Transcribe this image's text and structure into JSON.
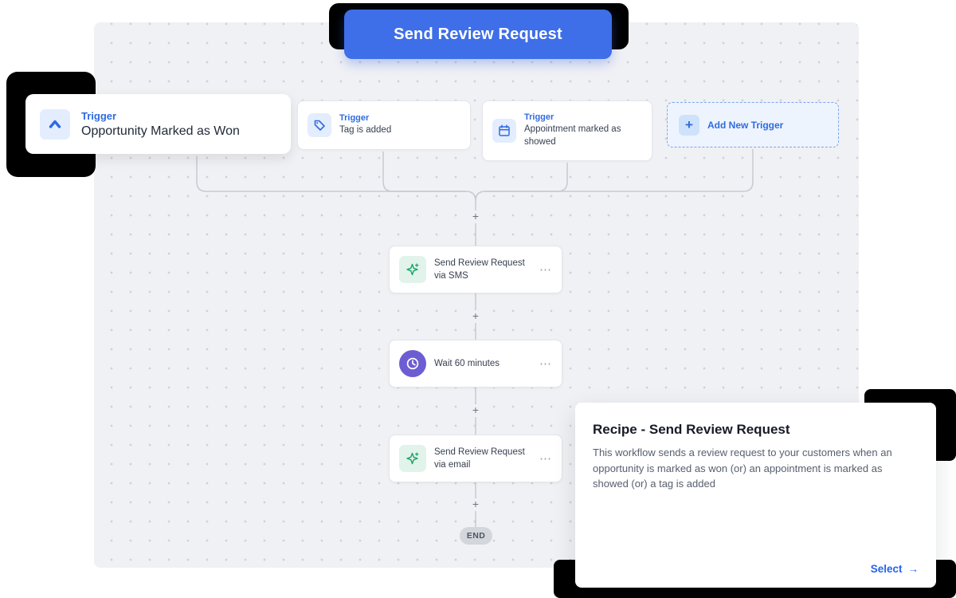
{
  "header": {
    "title_button": "Send Review Request"
  },
  "triggers": [
    {
      "label": "Trigger",
      "name": "Opportunity Marked as Won"
    },
    {
      "label": "Trigger",
      "name": "Tag is added"
    },
    {
      "label": "Trigger",
      "name": "Appointment marked as showed"
    }
  ],
  "add_trigger": {
    "label": "Add New Trigger"
  },
  "actions": [
    {
      "name": "Send Review Request via SMS"
    },
    {
      "name": "Wait 60 minutes"
    },
    {
      "name": "Send Review Request via email"
    }
  ],
  "end_label": "END",
  "recipe_panel": {
    "title": "Recipe - Send Review Request",
    "description": "This workflow sends a review request to your customers when an opportunity is marked as won (or) an appointment is marked as showed (or) a tag is added",
    "select_label": "Select",
    "select_arrow": "→"
  },
  "glyphs": {
    "plus": "+",
    "more": "⋯"
  },
  "colors": {
    "primary_blue": "#3e6ee8",
    "label_blue": "#2f6bdf",
    "canvas_gray": "#f0f1f4",
    "icon_green": "#15a362",
    "icon_purple": "#6d5dd3",
    "accent_black": "#000000"
  }
}
